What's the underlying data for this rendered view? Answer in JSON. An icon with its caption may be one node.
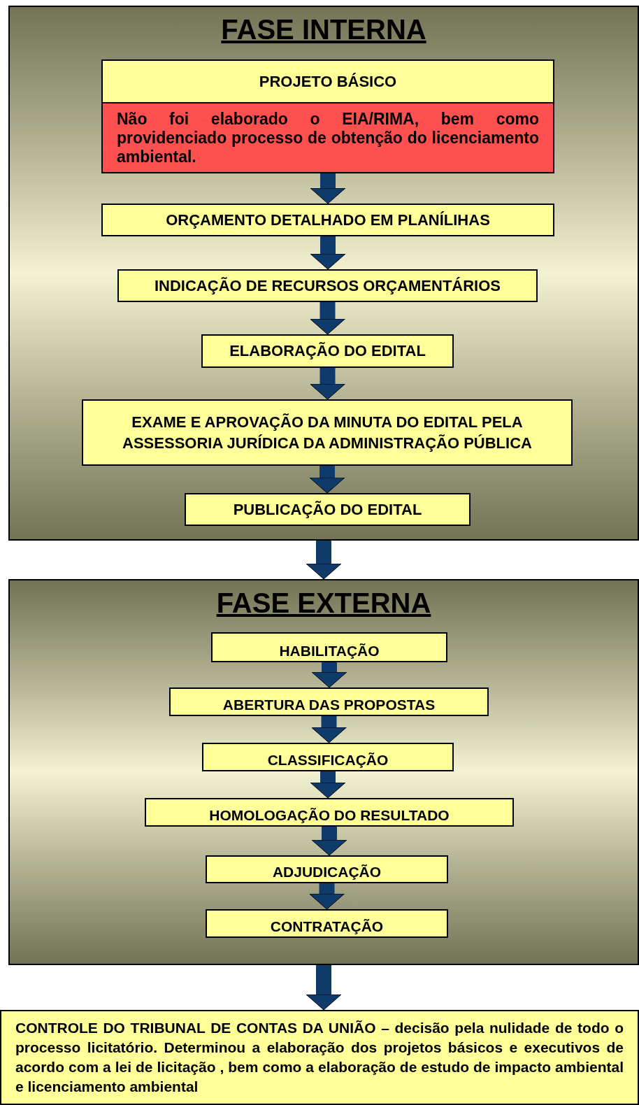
{
  "diagram": {
    "nodes": [
      {
        "text": [
          "FASE INTERNA"
        ]
      },
      {
        "text": [
          "PROJETO BÁSICO"
        ],
        "in": 0
      },
      {
        "text": [
          "Não foi elaborado o EIA/RIMA, bem como providenciado processo de obtenção do licenciamento ambiental."
        ],
        "in": 0
      },
      {
        "text": [
          "ORÇAMENTO DETALHADO EM PLANÍLIHAS"
        ],
        "in": 0
      },
      {
        "text": [
          "INDICAÇÃO DE RECURSOS ORÇAMENTÁRIOS"
        ],
        "in": 0
      },
      {
        "text": [
          "ELABORAÇÃO DO EDITAL"
        ],
        "in": 0
      },
      {
        "text": [
          "EXAME E APROVAÇÃO DA MINUTA DO EDITAL PELA ASSESSORIA JURÍDICA DA ADMINISTRAÇÃO PÚBLICA"
        ],
        "in": 0
      },
      {
        "text": [
          "PUBLICAÇÃO DO EDITAL"
        ],
        "in": 0
      },
      {
        "text": [
          "FASE EXTERNA"
        ]
      },
      {
        "text": [
          "HABILITAÇÃO"
        ],
        "in": 8
      },
      {
        "text": [
          "ABERTURA DAS PROPOSTAS"
        ],
        "in": 8
      },
      {
        "text": [
          "CLASSIFICAÇÃO"
        ],
        "in": 8
      },
      {
        "text": [
          "HOMOLOGAÇÃO DO RESULTADO"
        ],
        "in": 8
      },
      {
        "text": [
          "ADJUDICAÇÃO"
        ],
        "in": 8
      },
      {
        "text": [
          "CONTRATAÇÃO"
        ],
        "in": 8
      },
      {
        "text": [
          "CONTROLE DO TRIBUNAL DE CONTAS DA UNIÃO – decisão pela nulidade de todo o processo licitatório. Determinou a elaboração dos projetos básicos e executivos de acordo com a lei de licitação , bem como a elaboração de estudo de impacto ambiental e licenciamento ambiental"
        ]
      }
    ],
    "edges": [
      {
        "from": 2,
        "to": 3,
        "arrow": "to"
      },
      {
        "from": 3,
        "to": 4,
        "arrow": "to"
      },
      {
        "from": 4,
        "to": 5,
        "arrow": "to"
      },
      {
        "from": 5,
        "to": 6,
        "arrow": "to"
      },
      {
        "from": 6,
        "to": 7,
        "arrow": "to"
      },
      {
        "from": 0,
        "to": 8,
        "arrow": "to"
      },
      {
        "from": 9,
        "to": 10,
        "arrow": "to"
      },
      {
        "from": 10,
        "to": 11,
        "arrow": "to"
      },
      {
        "from": 11,
        "to": 12,
        "arrow": "to"
      },
      {
        "from": 12,
        "to": 13,
        "arrow": "to"
      },
      {
        "from": 13,
        "to": 14,
        "arrow": "to"
      },
      {
        "from": 8,
        "to": 15,
        "arrow": "to"
      }
    ]
  }
}
